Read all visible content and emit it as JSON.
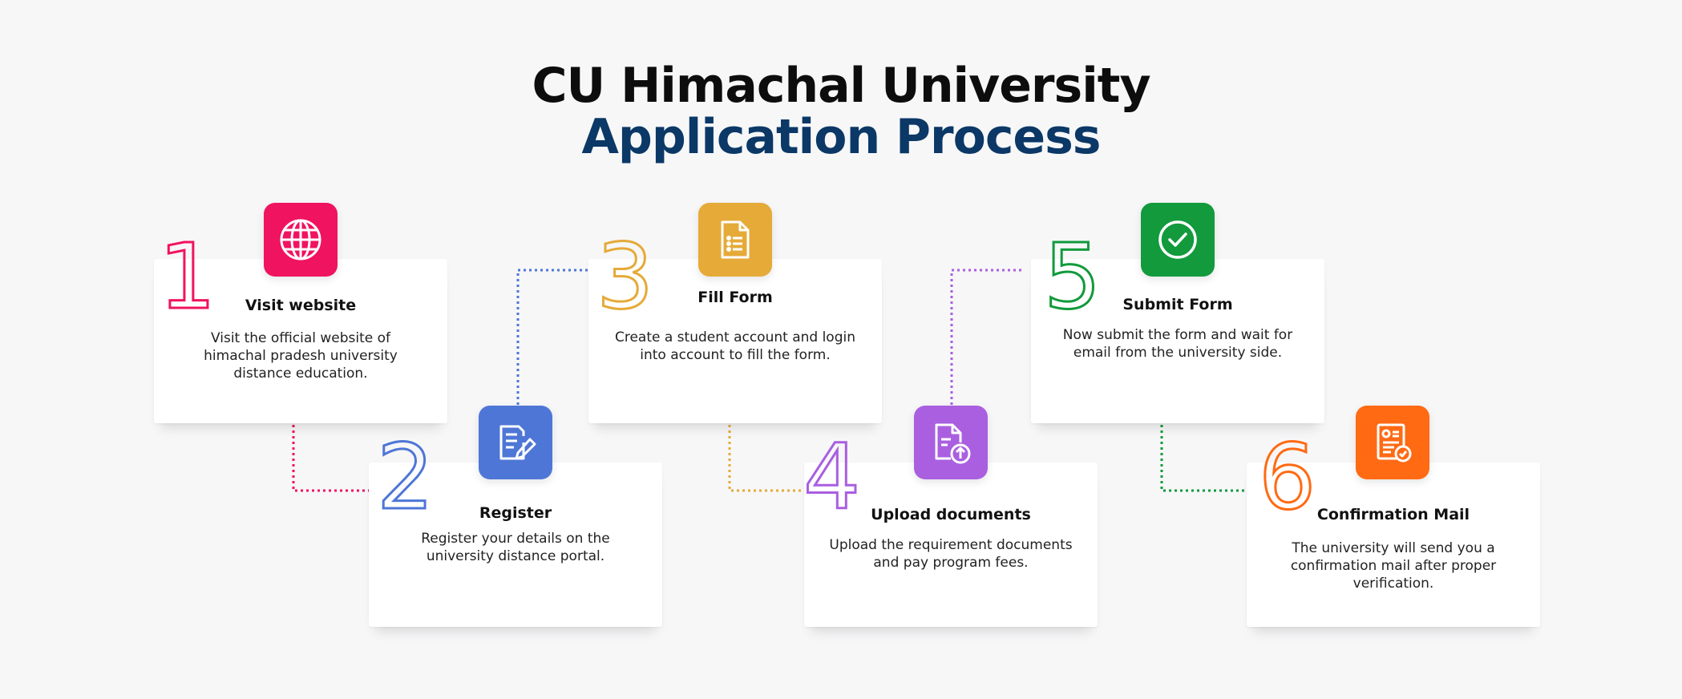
{
  "title_line1": "CU Himachal University",
  "title_line2": "Application Process",
  "steps": [
    {
      "number": "1",
      "title": "Visit website",
      "description": "Visit the official website of himachal pradesh university distance education.",
      "color": "#f0135f",
      "icon": "globe-icon"
    },
    {
      "number": "2",
      "title": "Register",
      "description": "Register your details on the university distance portal.",
      "color": "#4e76d6",
      "icon": "edit-document-icon"
    },
    {
      "number": "3",
      "title": "Fill Form",
      "description": "Create a student account and login into account to fill the form.",
      "color": "#e5aa38",
      "icon": "form-document-icon"
    },
    {
      "number": "4",
      "title": "Upload documents",
      "description": "Upload the requirement documents and pay program fees.",
      "color": "#a95fe0",
      "icon": "upload-document-icon"
    },
    {
      "number": "5",
      "title": "Submit Form",
      "description": "Now submit the form and wait for email from the university side.",
      "color": "#129a3c",
      "icon": "check-circle-icon"
    },
    {
      "number": "6",
      "title": "Confirmation Mail",
      "description": "The university will send you a confirmation mail after proper verification.",
      "color": "#ff6a13",
      "icon": "certificate-icon"
    }
  ]
}
